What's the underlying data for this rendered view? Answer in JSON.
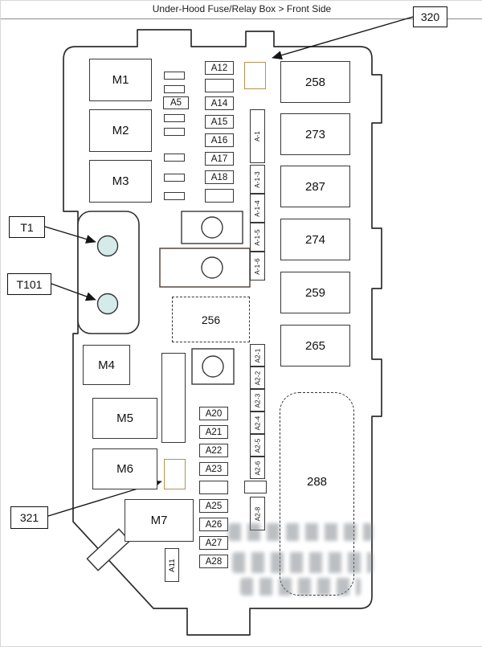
{
  "header": {
    "title": "Under-Hood Fuse/Relay Box > Front Side"
  },
  "callouts": {
    "c320": "320",
    "t1": "T1",
    "t101": "T101",
    "c321": "321"
  },
  "relays_left": {
    "m1": "M1",
    "m2": "M2",
    "m3": "M3",
    "m4": "M4",
    "m5": "M5",
    "m6": "M6",
    "m7": "M7"
  },
  "relays_right": {
    "r258": "258",
    "r273": "273",
    "r287": "287",
    "r274": "274",
    "r259": "259",
    "r265": "265"
  },
  "dashed_blocks": {
    "b256": "256",
    "b288": "288"
  },
  "fuses_top": {
    "a12": "A12",
    "a5": "A5",
    "a14": "A14",
    "a15": "A15",
    "a16": "A16",
    "a17": "A17",
    "a18": "A18"
  },
  "fuses_bottom": {
    "a20": "A20",
    "a21": "A21",
    "a22": "A22",
    "a23": "A23",
    "a25": "A25",
    "a26": "A26",
    "a27": "A27",
    "a28": "A28",
    "a11": "A11"
  },
  "strip_a1": {
    "s1": "A-1",
    "s3": "A-1-3",
    "s4": "A-1-4",
    "s5": "A-1-5",
    "s6": "A-1-6"
  },
  "strip_a2": {
    "s1": "A2-1",
    "s2": "A2-2",
    "s3": "A2-3",
    "s4": "A2-4",
    "s5": "A2-5",
    "s6": "A2-6",
    "s8": "A2-8"
  },
  "colors": {
    "line": "#383838",
    "callout_line": "#111111",
    "tan_border": "#b9904f",
    "terminal_fill": "#d5ebea"
  }
}
